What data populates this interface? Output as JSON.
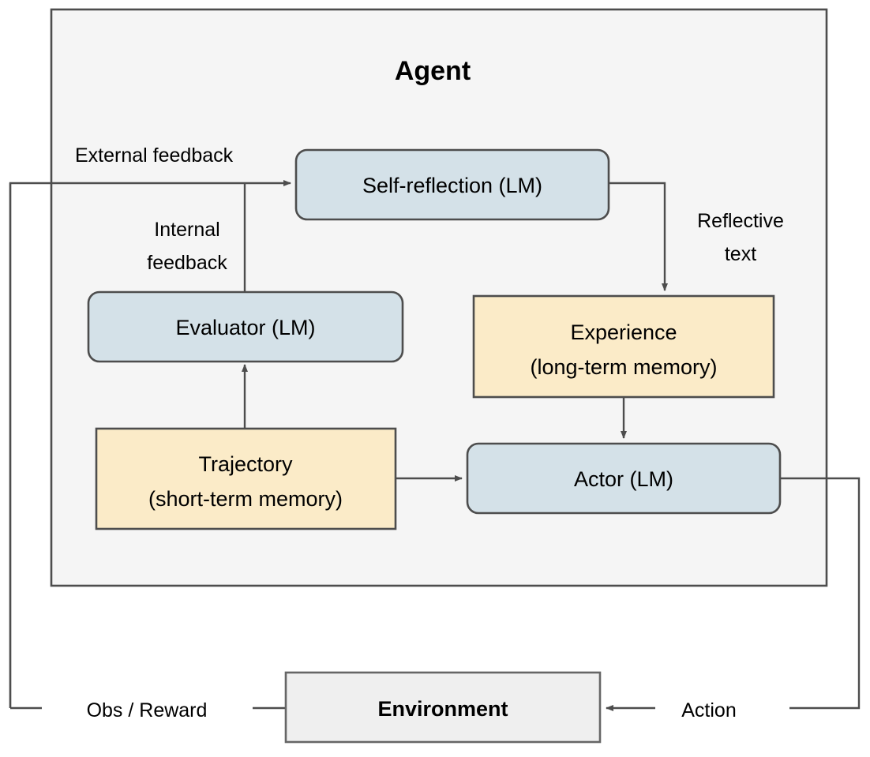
{
  "diagram": {
    "title": "Agent",
    "container": {
      "label": "Agent",
      "fill": "#f5f5f5",
      "stroke": "#4d4d4d"
    },
    "colors": {
      "lm_box_fill": "#d4e1e8",
      "memory_box_fill": "#fbebc8",
      "environment_fill": "#efefef",
      "agent_fill": "#f5f5f5",
      "stroke": "#4d4d4d",
      "text": "#000000"
    },
    "nodes": [
      {
        "id": "self-reflection",
        "label": "Self-reflection (LM)",
        "kind": "lm",
        "shape": "rounded-rect",
        "fill": "#d4e1e8"
      },
      {
        "id": "evaluator",
        "label": "Evaluator (LM)",
        "kind": "lm",
        "shape": "rounded-rect",
        "fill": "#d4e1e8"
      },
      {
        "id": "trajectory",
        "label_line1": "Trajectory",
        "label_line2": "(short-term memory)",
        "kind": "memory",
        "shape": "rect",
        "fill": "#fbebc8"
      },
      {
        "id": "experience",
        "label_line1": "Experience",
        "label_line2": "(long-term memory)",
        "kind": "memory",
        "shape": "rect",
        "fill": "#fbebc8"
      },
      {
        "id": "actor",
        "label": "Actor (LM)",
        "kind": "lm",
        "shape": "rounded-rect",
        "fill": "#d4e1e8"
      },
      {
        "id": "environment",
        "label": "Environment",
        "kind": "environment",
        "shape": "rect",
        "fill": "#efefef"
      }
    ],
    "edge_labels": {
      "external_feedback": "External feedback",
      "internal_feedback_line1": "Internal",
      "internal_feedback_line2": "feedback",
      "reflective_text_line1": "Reflective",
      "reflective_text_line2": "text",
      "obs_reward": "Obs / Reward",
      "action": "Action"
    },
    "edges": [
      {
        "from": "environment",
        "to": "self-reflection",
        "label": "External feedback"
      },
      {
        "from": "evaluator",
        "to": "self-reflection",
        "label": "Internal feedback"
      },
      {
        "from": "self-reflection",
        "to": "experience",
        "label": "Reflective text"
      },
      {
        "from": "trajectory",
        "to": "evaluator",
        "label": ""
      },
      {
        "from": "trajectory",
        "to": "actor",
        "label": ""
      },
      {
        "from": "experience",
        "to": "actor",
        "label": ""
      },
      {
        "from": "environment",
        "to": "trajectory",
        "label": "Obs / Reward"
      },
      {
        "from": "actor",
        "to": "environment",
        "label": "Action"
      }
    ]
  }
}
